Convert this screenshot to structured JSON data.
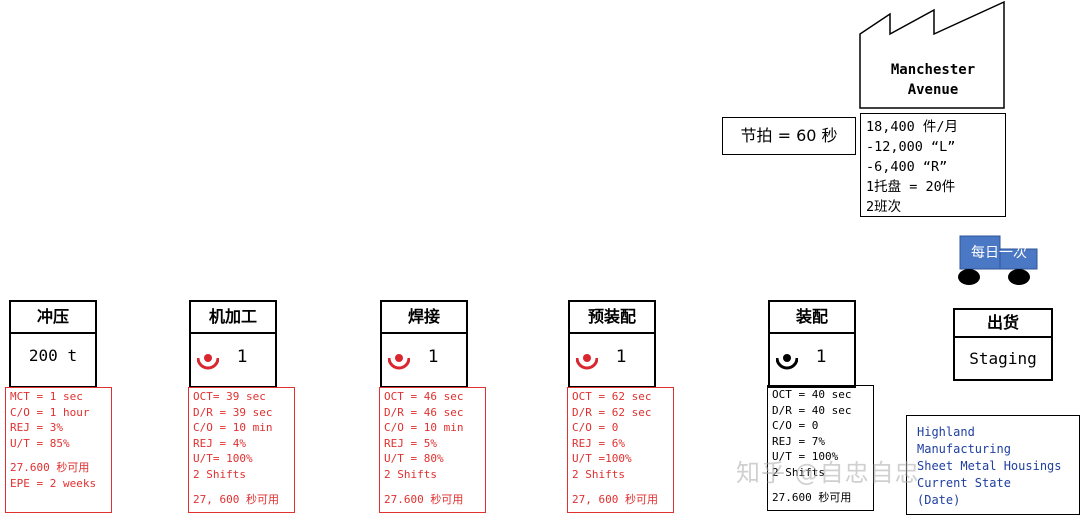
{
  "factory": {
    "name_line1": "Manchester",
    "name_line2": "Avenue"
  },
  "demand": [
    "18,400 件/月",
    "-12,000 “L”",
    "-6,400 “R”",
    "1托盘 = 20件",
    "2班次"
  ],
  "takt": "节拍 = 60 秒",
  "truck": {
    "label": "每日一次",
    "color": "#4a78c4"
  },
  "processes": [
    {
      "title": "冲压",
      "center": "200 t",
      "operators": ""
    },
    {
      "title": "机加工",
      "operators": "1"
    },
    {
      "title": "焊接",
      "operators": "1"
    },
    {
      "title": "预装配",
      "operators": "1"
    },
    {
      "title": "装配",
      "operators": "1"
    }
  ],
  "data_boxes": [
    {
      "lines": [
        "MCT = 1 sec",
        "C/O = 1 hour",
        "REJ = 3%",
        "U/T = 85%"
      ],
      "tail": [
        "27.600 秒可用",
        "EPE = 2 weeks"
      ]
    },
    {
      "lines": [
        "OCT= 39 sec",
        "D/R = 39 sec",
        "C/O = 10 min",
        "REJ = 4%",
        "U/T= 100%",
        "2 Shifts"
      ],
      "tail": [
        "27, 600 秒可用"
      ]
    },
    {
      "lines": [
        "OCT = 46 sec",
        "D/R = 46 sec",
        "C/O = 10 min",
        "REJ = 5%",
        "U/T = 80%",
        "2 Shifts"
      ],
      "tail": [
        "27.600 秒可用"
      ]
    },
    {
      "lines": [
        "OCT = 62 sec",
        "D/R = 62 sec",
        "C/O = 0",
        "REJ = 6%",
        "U/T =100%",
        "2 Shifts"
      ],
      "tail": [
        "27, 600 秒可用"
      ]
    },
    {
      "lines": [
        "OCT = 40 sec",
        "D/R = 40 sec",
        "C/O = 0",
        "REJ = 7%",
        "U/T = 100%",
        "2 Shifts"
      ],
      "tail": [
        "27.600 秒可用"
      ]
    }
  ],
  "shipping": {
    "title": "出货",
    "sub": "Staging"
  },
  "info": [
    "Highland",
    "Manufacturing",
    "Sheet Metal Housings",
    "Current State",
    "(Date)"
  ],
  "watermark": "知乎 @自忠自忠",
  "colors": {
    "data_red": "#e03030",
    "operator_red": "#d9262f",
    "info_blue": "#1f3fa0"
  }
}
